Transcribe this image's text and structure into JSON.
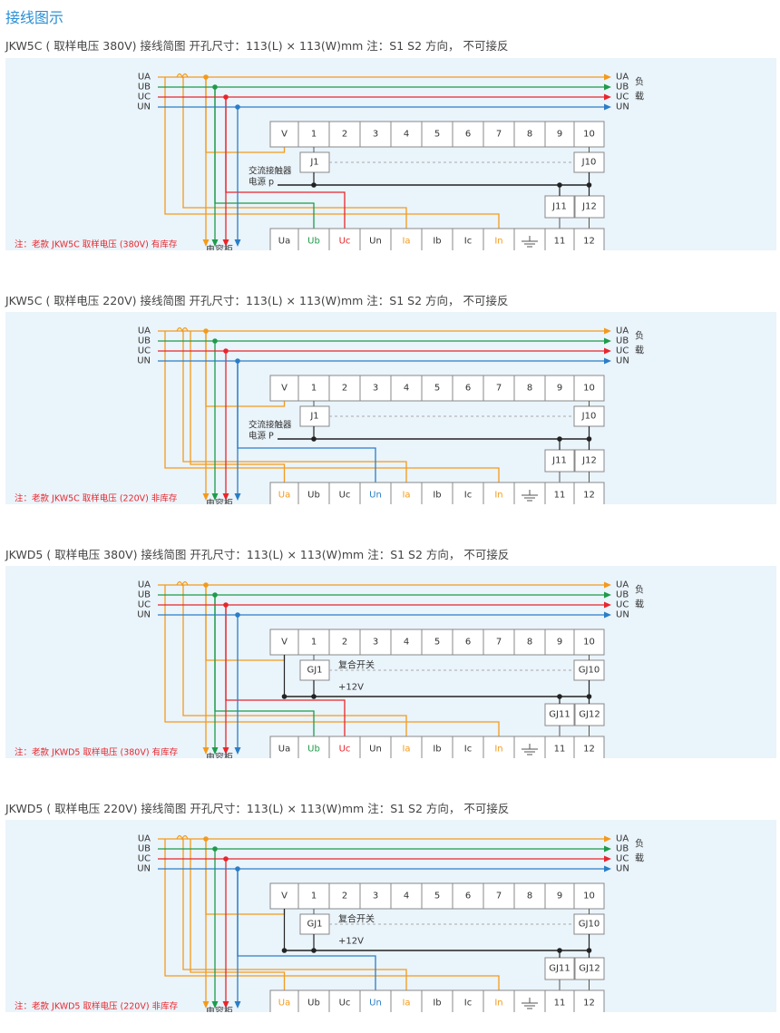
{
  "page_title": "接线图示",
  "colors": {
    "A": "#f39a1c",
    "B": "#1e9b4a",
    "C": "#e8262c",
    "N": "#2a7ec6",
    "black": "#222222",
    "note": "#e8262c",
    "title": "#2b8fd6"
  },
  "common": {
    "line_labels": [
      "UA",
      "UB",
      "UC",
      "UN"
    ],
    "load_label": "负\n载",
    "capacitor_cabinet": "电容柜",
    "terminals_top": [
      "V",
      "1",
      "2",
      "3",
      "4",
      "5",
      "6",
      "7",
      "8",
      "9",
      "10"
    ],
    "terminals_bottom_last": [
      "11",
      "12"
    ]
  },
  "sections": [
    {
      "heading": "JKW5C ( 取样电压 380V) 接线简图 开孔尺寸：113(L) × 113(W)mm 注：S1 S2 方向， 不可接反",
      "note": "注：老款 JKW5C 取样电压 (380V) 有库存",
      "relay_type": "J",
      "relays": [
        "J1",
        "J10",
        "J11",
        "J12"
      ],
      "contactor_label": "交流接触器",
      "power_label": "电源 p",
      "bottom_terminals": [
        "Ua",
        "Ub",
        "Uc",
        "Un",
        "Ia",
        "Ib",
        "Ic",
        "In"
      ],
      "bottom_colors": [
        "#333333",
        "#1e9b4a",
        "#e8262c",
        "#333333",
        "#f39a1c",
        "#333333",
        "#333333",
        "#f39a1c"
      ]
    },
    {
      "heading": "JKW5C ( 取样电压 220V) 接线简图 开孔尺寸：113(L) × 113(W)mm 注：S1 S2 方向， 不可接反",
      "note": "注：老款 JKW5C 取样电压 (220V) 非库存",
      "relay_type": "J",
      "relays": [
        "J1",
        "J10",
        "J11",
        "J12"
      ],
      "contactor_label": "交流接触器",
      "power_label": "电源 P",
      "bottom_terminals": [
        "Ua",
        "Ub",
        "Uc",
        "Un",
        "Ia",
        "Ib",
        "Ic",
        "In"
      ],
      "bottom_colors": [
        "#f39a1c",
        "#333333",
        "#333333",
        "#2a7ec6",
        "#f39a1c",
        "#333333",
        "#333333",
        "#f39a1c"
      ]
    },
    {
      "heading": "JKWD5 ( 取样电压 380V) 接线简图 开孔尺寸：113(L) × 113(W)mm 注：S1 S2 方向， 不可接反",
      "note": "注：老款 JKWD5 取样电压 (380V) 有库存",
      "relay_type": "GJ",
      "relays": [
        "GJ1",
        "GJ10",
        "GJ11",
        "GJ12"
      ],
      "contactor_label": "复合开关",
      "power_label": "+12V",
      "bottom_terminals": [
        "Ua",
        "Ub",
        "Uc",
        "Un",
        "Ia",
        "Ib",
        "Ic",
        "In"
      ],
      "bottom_colors": [
        "#333333",
        "#1e9b4a",
        "#e8262c",
        "#333333",
        "#f39a1c",
        "#333333",
        "#333333",
        "#f39a1c"
      ]
    },
    {
      "heading": "JKWD5 ( 取样电压 220V) 接线简图 开孔尺寸：113(L) × 113(W)mm 注：S1 S2 方向， 不可接反",
      "note": "注：老款 JKWD5 取样电压 (220V) 非库存",
      "relay_type": "GJ",
      "relays": [
        "GJ1",
        "GJ10",
        "GJ11",
        "GJ12"
      ],
      "contactor_label": "复合开关",
      "power_label": "+12V",
      "bottom_terminals": [
        "Ua",
        "Ub",
        "Uc",
        "Un",
        "Ia",
        "Ib",
        "Ic",
        "In"
      ],
      "bottom_colors": [
        "#f39a1c",
        "#333333",
        "#333333",
        "#2a7ec6",
        "#f39a1c",
        "#333333",
        "#333333",
        "#f39a1c"
      ]
    }
  ]
}
